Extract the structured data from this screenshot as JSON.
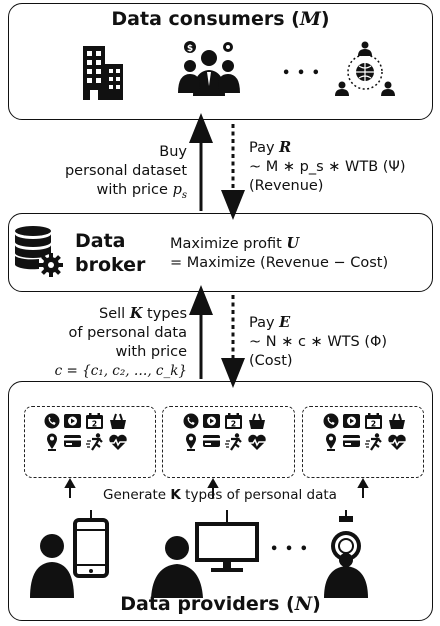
{
  "consumers": {
    "title": "Data consumers",
    "symbol": "M",
    "ellipsis": "• • •",
    "icons": [
      "office-building-icon",
      "business-people-icon",
      "global-network-people-icon"
    ]
  },
  "left_top": {
    "line1": "Buy",
    "line2": "personal dataset",
    "line3_prefix": "with price",
    "price_symbol": "p",
    "price_sub": "s"
  },
  "right_top": {
    "line1_prefix": "Pay",
    "line1_symbol": "R",
    "line2": "~ M ∗ p_s ∗ WTB (Ψ)",
    "line3": "(Revenue)"
  },
  "broker": {
    "title_line1": "Data",
    "title_line2": "broker",
    "line1_prefix": "Maximize profit",
    "line1_symbol": "U",
    "line2": "= Maximize (Revenue − Cost)"
  },
  "left_bottom": {
    "line1_prefix": "Sell",
    "line1_symbol": "K",
    "line1_suffix": "types",
    "line2": "of personal data",
    "line3": "with price",
    "line4": "c = {c₁, c₂, …, c_k}"
  },
  "right_bottom": {
    "line1_prefix": "Pay",
    "line1_symbol": "E",
    "line2": "~ N ∗ c ∗ WTS (Φ)",
    "line3": "(Cost)"
  },
  "providers": {
    "generate_prefix": "Generate",
    "generate_symbol": "K",
    "generate_suffix": "types of personal data",
    "title": "Data providers",
    "symbol": "N",
    "ellipsis": "• • •",
    "data_icons": [
      "phone-icon",
      "video-play-icon",
      "calendar-icon",
      "shopping-basket-icon",
      "location-pin-icon",
      "credit-card-icon",
      "running-icon",
      "heart-rate-icon"
    ],
    "calendar_day": "2"
  }
}
